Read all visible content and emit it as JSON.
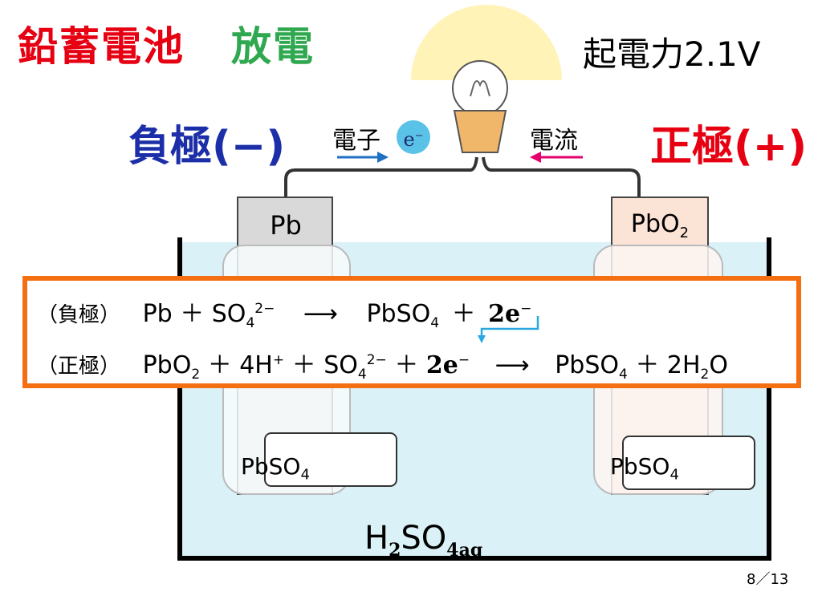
{
  "title": {
    "main": "鉛蓄電池",
    "sub": "放電"
  },
  "emf": "起電力2.1V",
  "electrodes": {
    "negative_label": "負極(−)",
    "positive_label": "正極(+)",
    "negative_material": "Pb",
    "positive_material_base": "PbO",
    "positive_material_sub": "2"
  },
  "flow": {
    "electron_text": "電子",
    "electron_symbol": "e",
    "electron_charge": "−",
    "current_text": "電流"
  },
  "reactions": {
    "negative": {
      "tag": "（負極）",
      "reactant1": "Pb ＋ SO",
      "reactant1_sub": "4",
      "reactant1_sup": "2−",
      "arrow": "⟶",
      "product1": "PbSO",
      "product1_sub": "4",
      "plus": "＋",
      "electrons": "2e",
      "electrons_sup": "−"
    },
    "positive": {
      "tag": "（正極）",
      "r1": "PbO",
      "r1_sub": "2",
      "r2": " ＋ 4H",
      "r2_sup": "+",
      "r3": " ＋ SO",
      "r3_sub": "4",
      "r3_sup": "2−",
      "r4": " ＋ ",
      "electrons": "2e",
      "electrons_sup": "−",
      "arrow": "⟶",
      "p1": "PbSO",
      "p1_sub": "4",
      "p2": " ＋ 2H",
      "p2_sub": "2",
      "p3": "O"
    }
  },
  "products": {
    "negative": {
      "base": "PbSO",
      "sub": "4"
    },
    "positive": {
      "base": "PbSO",
      "sub": "4"
    }
  },
  "electrolyte": {
    "base": "H",
    "sub1": "2",
    "mid": "SO",
    "sub2": "4aq"
  },
  "page": "8／13",
  "colors": {
    "title_red": "#e60012",
    "title_green": "#2fa84f",
    "negative_blue": "#1d2fa8",
    "electron_arrow": "#1f6fc4",
    "current_arrow": "#e6006e",
    "reaction_box": "#f36f12",
    "solution": "#d9f1f7",
    "pbo2_plate": "#fbe3d6",
    "pb_plate": "#d9d9d9"
  }
}
